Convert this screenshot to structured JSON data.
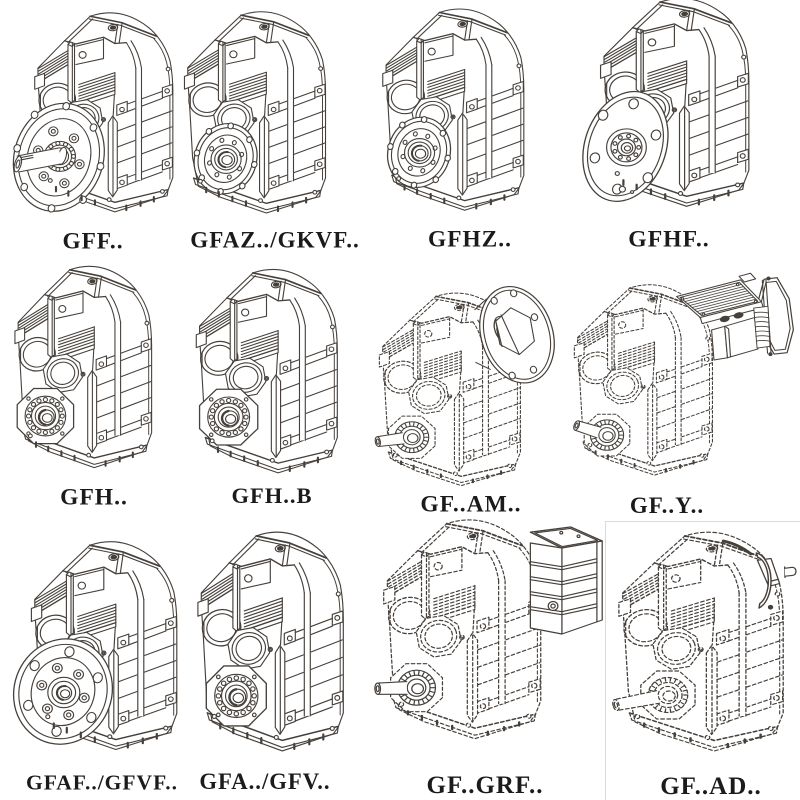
{
  "page": {
    "background_color": "#ffffff",
    "line_color": "#46403b",
    "label_color": "#1b1b1b",
    "highlight_border_color": "#dadada"
  },
  "cells": [
    {
      "id": "gff",
      "label": "GFF..",
      "line_style": "solid",
      "front": "flange_shaft",
      "attachment": null
    },
    {
      "id": "gfaz-gkvf",
      "label": "GFAZ../GKVF..",
      "line_style": "solid",
      "front": "flange_bore",
      "attachment": null
    },
    {
      "id": "gfhz",
      "label": "GFHZ..",
      "line_style": "solid",
      "front": "flange_bore",
      "attachment": null
    },
    {
      "id": "gfhf",
      "label": "GFHF..",
      "line_style": "solid",
      "front": "flange_face",
      "attachment": null
    },
    {
      "id": "gfh",
      "label": "GFH..",
      "line_style": "solid",
      "front": "hub_bore",
      "attachment": null
    },
    {
      "id": "gfh-b",
      "label": "GFH..B",
      "line_style": "solid",
      "front": "hub_bore",
      "attachment": null
    },
    {
      "id": "gf-am",
      "label": "GF..AM..",
      "line_style": "phantom",
      "front": "shaft",
      "attachment": "motor_flange"
    },
    {
      "id": "gf-y",
      "label": "GF..Y..",
      "line_style": "phantom",
      "front": "shaft",
      "attachment": "motor"
    },
    {
      "id": "gfaf-gfvf",
      "label": "GFAF../GFVF..",
      "line_style": "solid",
      "front": "flange_hub",
      "attachment": null
    },
    {
      "id": "gfa-gfv",
      "label": "GFA../GFV..",
      "line_style": "solid",
      "front": "hub_bore",
      "attachment": null
    },
    {
      "id": "gf-grf",
      "label": "GF..GRF..",
      "line_style": "phantom",
      "front": "shaft",
      "attachment": "fan_box"
    },
    {
      "id": "gf-ad",
      "label": "GF..AD..",
      "line_style": "phantom",
      "front": "shaft_dashed",
      "attachment": "input_adapter"
    }
  ]
}
